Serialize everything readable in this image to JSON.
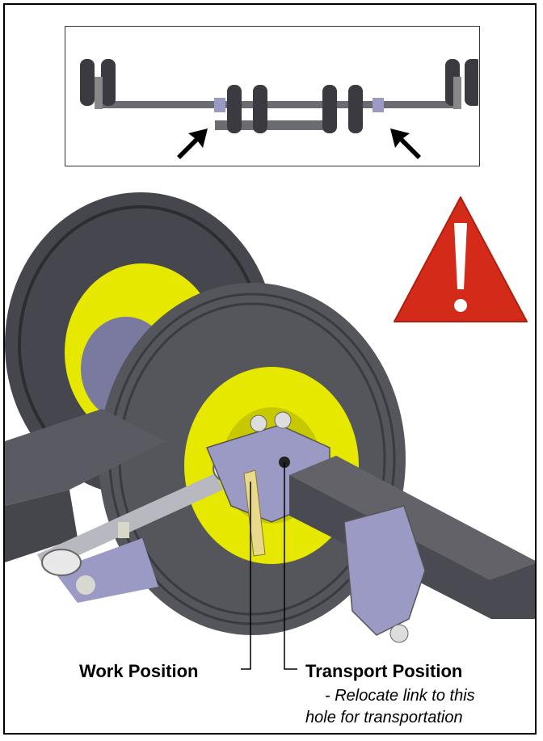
{
  "labels": {
    "work_position": "Work Position",
    "transport_position": "Transport Position",
    "transport_note_line1": "- Relocate link to this",
    "transport_note_line2": "hole for transportation"
  },
  "colors": {
    "tire": "#4a4a52",
    "rim": "#e6e800",
    "frame": "#55555c",
    "bracket": "#9a9ac4",
    "warning": "#d42a1a"
  }
}
